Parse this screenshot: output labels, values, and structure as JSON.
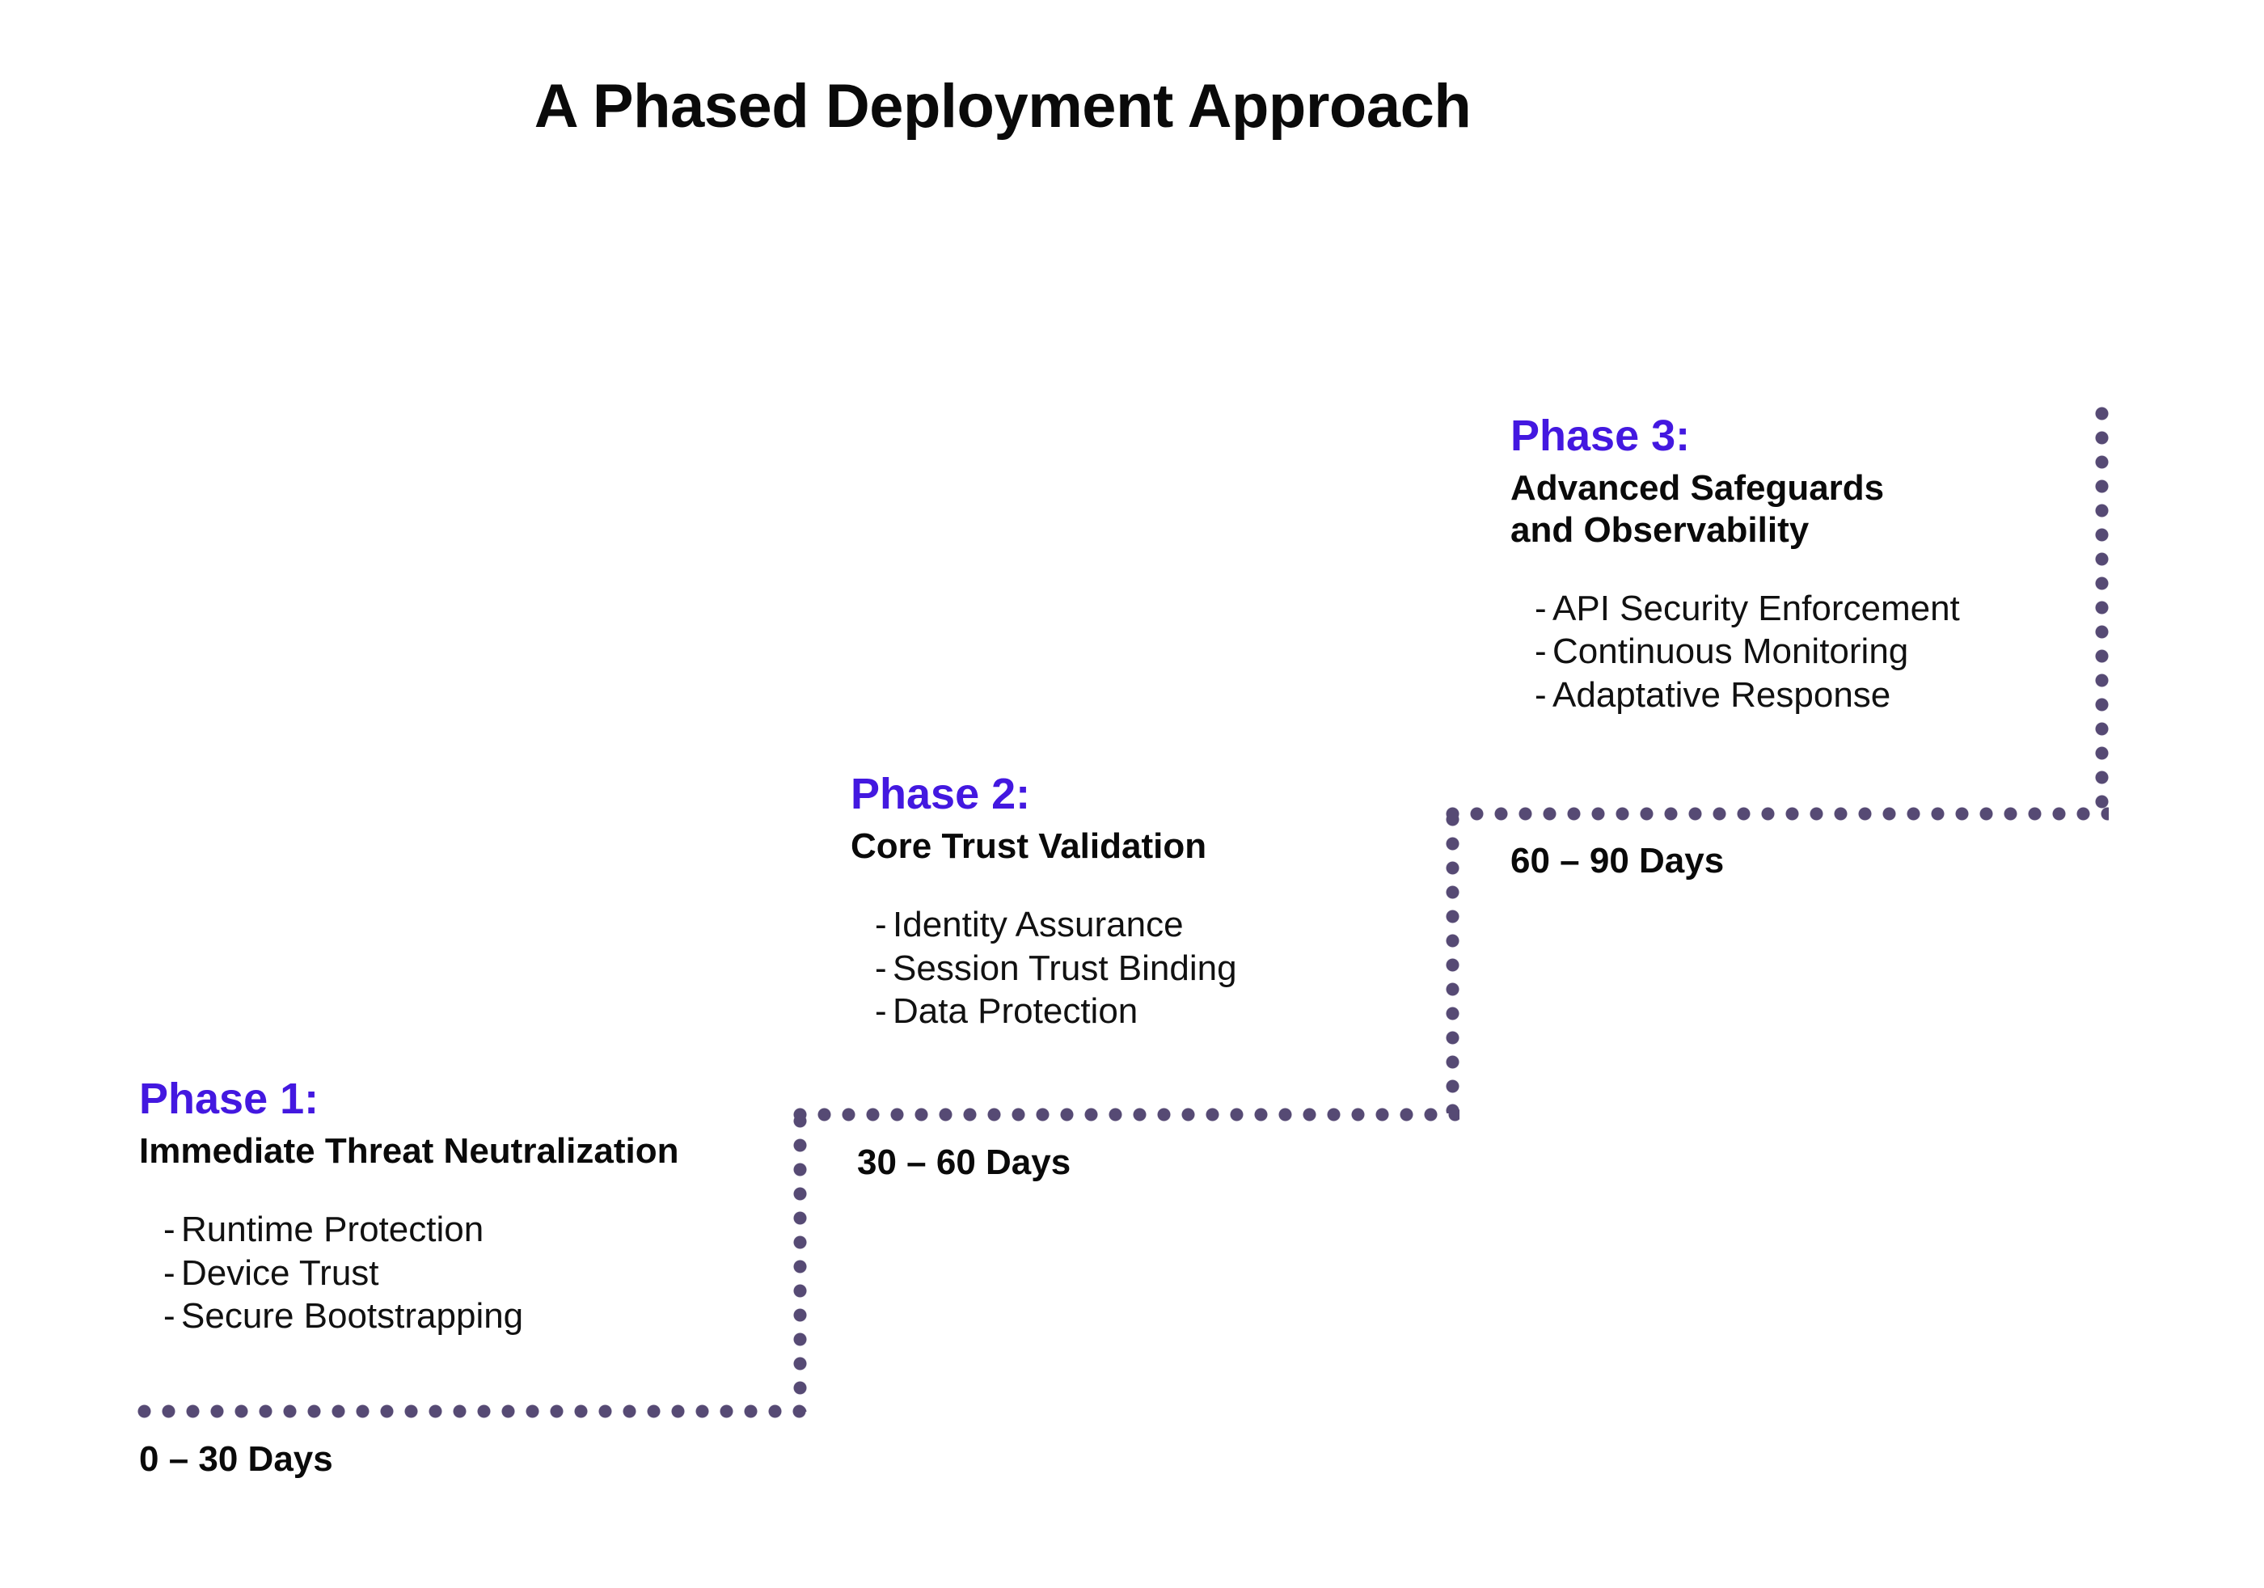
{
  "title": "A Phased Deployment Approach",
  "colors": {
    "accent": "#4318e0",
    "path": "#564a74",
    "text": "#0a0a0a",
    "background": "#ffffff"
  },
  "phases": [
    {
      "heading": "Phase 1:",
      "subtitle": "Immediate Threat Neutralization",
      "subtitle_line2": "",
      "bullets": [
        "Runtime Protection",
        "Device Trust",
        "Secure Bootstrapping"
      ],
      "duration": "0 – 30 Days"
    },
    {
      "heading": "Phase 2:",
      "subtitle": "Core Trust Validation",
      "subtitle_line2": "",
      "bullets": [
        "Identity Assurance",
        "Session Trust Binding",
        "Data Protection"
      ],
      "duration": "30 – 60 Days"
    },
    {
      "heading": "Phase 3:",
      "subtitle": "Advanced Safeguards",
      "subtitle_line2": "and Observability",
      "bullets": [
        "API Security Enforcement",
        "Continuous Monitoring",
        "Adaptative Response"
      ],
      "duration": "60 – 90 Days"
    }
  ],
  "bullet_marker": "-"
}
